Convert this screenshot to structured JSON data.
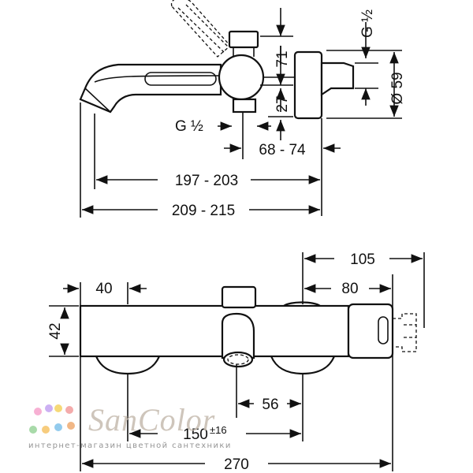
{
  "top_view": {
    "dims": {
      "g_half_left": "G ½",
      "g_half_right": "G ½",
      "d71": "71",
      "d27": "27",
      "d59": "Ø 59",
      "d68_74": "68 - 74",
      "d197_203": "197 - 203",
      "d209_215": "209 - 215"
    }
  },
  "front_view": {
    "dims": {
      "d40": "40",
      "d42": "42",
      "d105": "105",
      "d80": "80",
      "d56": "56",
      "d150": "150",
      "d150_tol": "±16",
      "d270": "270"
    }
  },
  "watermark": {
    "brand": "SanColor",
    "tagline": "интернет-магазин цветной сантехники"
  }
}
